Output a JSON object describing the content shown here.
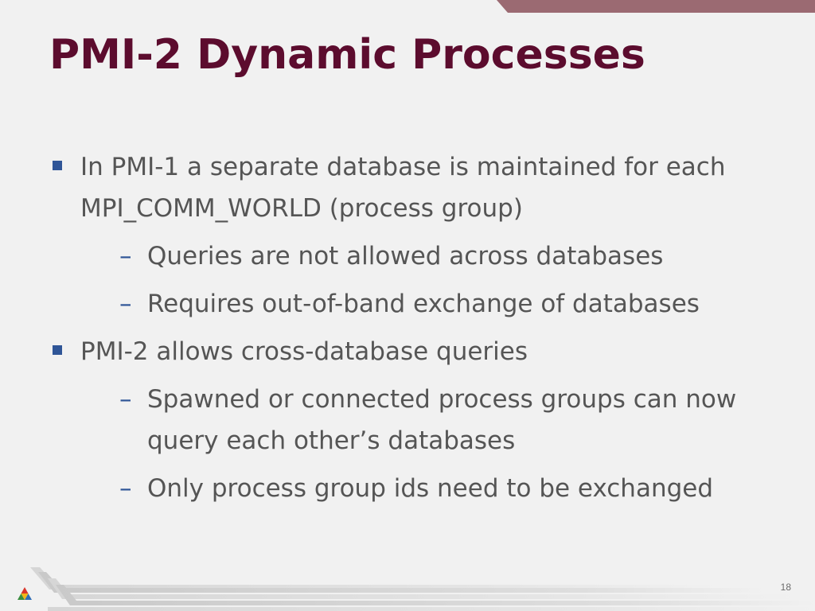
{
  "slide": {
    "title": "PMI-2 Dynamic Processes",
    "page_number": "18"
  },
  "icons": {
    "logo": "argonne-logo-icon",
    "bullet": "square-bullet-icon",
    "sub_bullet": "dash-icon"
  },
  "colors": {
    "title": "#5c0c2e",
    "body_text": "#555555",
    "bullet": "#2f5597",
    "accent": "#9b6a72",
    "background": "#f1f1f1"
  },
  "content": {
    "bullets": [
      {
        "text": "In PMI-1 a separate database is maintained for each MPI_COMM_WORLD (process group)",
        "sub": [
          "Queries are not allowed across databases",
          "Requires out-of-band exchange of databases"
        ]
      },
      {
        "text": "PMI-2 allows cross-database queries",
        "sub": [
          "Spawned or connected process groups can now query each other’s databases",
          "Only process group ids need to be exchanged"
        ]
      }
    ],
    "sub_bullet_marker": "–"
  }
}
